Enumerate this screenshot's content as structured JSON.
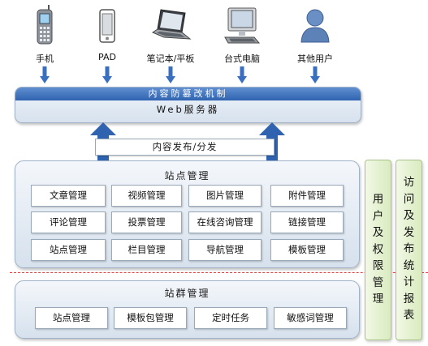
{
  "devices": [
    {
      "label": "手机",
      "icon": "mobile-phone-icon"
    },
    {
      "label": "PAD",
      "icon": "tablet-icon"
    },
    {
      "label": "笔记本/平板",
      "icon": "laptop-icon"
    },
    {
      "label": "台式电脑",
      "icon": "desktop-computer-icon"
    },
    {
      "label": "其他用户",
      "icon": "user-icon"
    }
  ],
  "web_server": {
    "strip_label": "内容防篡改机制",
    "name": "Web服务器"
  },
  "publish": {
    "label": "内容发布/分发"
  },
  "site_management": {
    "title": "站点管理",
    "cells": [
      "文章管理",
      "视频管理",
      "图片管理",
      "附件管理",
      "评论管理",
      "投票管理",
      "在线咨询管理",
      "链接管理",
      "站点管理",
      "栏目管理",
      "导航管理",
      "模板管理"
    ]
  },
  "site_group_management": {
    "title": "站群管理",
    "cells": [
      "站点管理",
      "模板包管理",
      "定时任务",
      "敏感词管理"
    ]
  },
  "side_columns": [
    {
      "label": "用户及权限管理",
      "chars": [
        "用",
        "户",
        "及",
        "权",
        "限",
        "管",
        "理"
      ]
    },
    {
      "label": "访问及发布统计报表",
      "chars": [
        "访",
        "问",
        "及",
        "发",
        "布",
        "统",
        "计",
        "报",
        "表"
      ]
    }
  ],
  "colors": {
    "arrow_blue": "#3a6fc0",
    "panel_border": "#9fb2c8",
    "strip_blue": "#2f63b0",
    "side_green": "#d9ebbf",
    "dashed_red": "#e04040"
  }
}
